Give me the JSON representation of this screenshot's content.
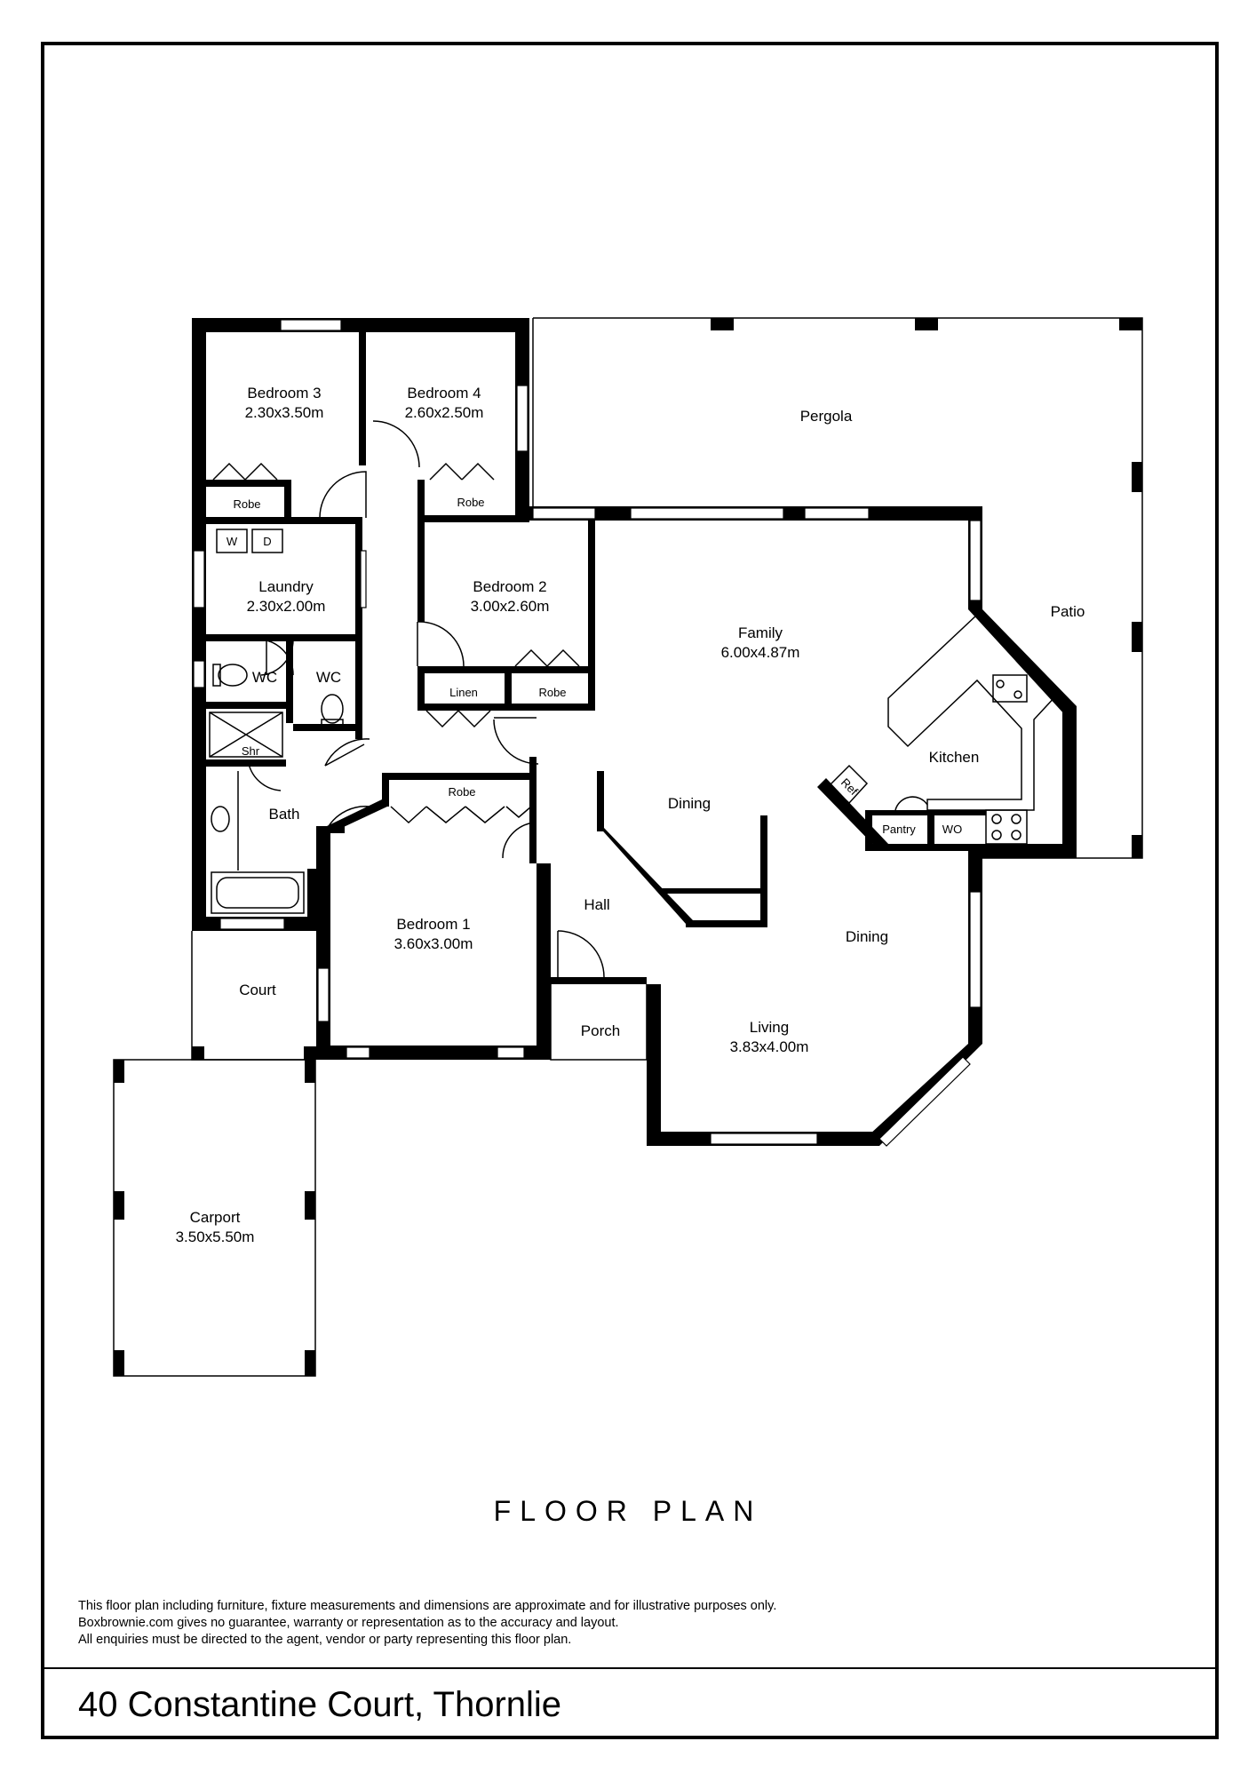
{
  "plan_title": "FLOOR PLAN",
  "address": "40 Constantine Court, Thornlie",
  "disclaimer": [
    "This floor plan including furniture, fixture measurements and dimensions are approximate and for illustrative purposes only.",
    "Boxbrownie.com gives no guarantee, warranty or representation as to the accuracy and layout.",
    "All enquiries must be directed to the agent, vendor or party representing this floor plan."
  ],
  "rooms": {
    "bedroom3": {
      "name": "Bedroom 3",
      "size": "2.30x3.50m"
    },
    "bedroom4": {
      "name": "Bedroom 4",
      "size": "2.60x2.50m"
    },
    "pergola": {
      "name": "Pergola"
    },
    "laundry": {
      "name": "Laundry",
      "size": "2.30x2.00m"
    },
    "bedroom2": {
      "name": "Bedroom 2",
      "size": "3.00x2.60m"
    },
    "family": {
      "name": "Family",
      "size": "6.00x4.87m"
    },
    "patio": {
      "name": "Patio"
    },
    "kitchen": {
      "name": "Kitchen"
    },
    "dining1": {
      "name": "Dining"
    },
    "dining2": {
      "name": "Dining"
    },
    "bath": {
      "name": "Bath"
    },
    "bedroom1": {
      "name": "Bedroom 1",
      "size": "3.60x3.00m"
    },
    "hall": {
      "name": "Hall"
    },
    "court": {
      "name": "Court"
    },
    "porch": {
      "name": "Porch"
    },
    "living": {
      "name": "Living",
      "size": "3.83x4.00m"
    },
    "carport": {
      "name": "Carport",
      "size": "3.50x5.50m"
    }
  },
  "small_labels": {
    "robe_b3": "Robe",
    "robe_b4": "Robe",
    "robe_b2": "Robe",
    "robe_b1": "Robe",
    "linen": "Linen",
    "wc1": "WC",
    "wc2": "WC",
    "shr": "Shr",
    "washer": "W",
    "dryer": "D",
    "ref": "Ref",
    "pantry": "Pantry",
    "wo": "WO"
  }
}
